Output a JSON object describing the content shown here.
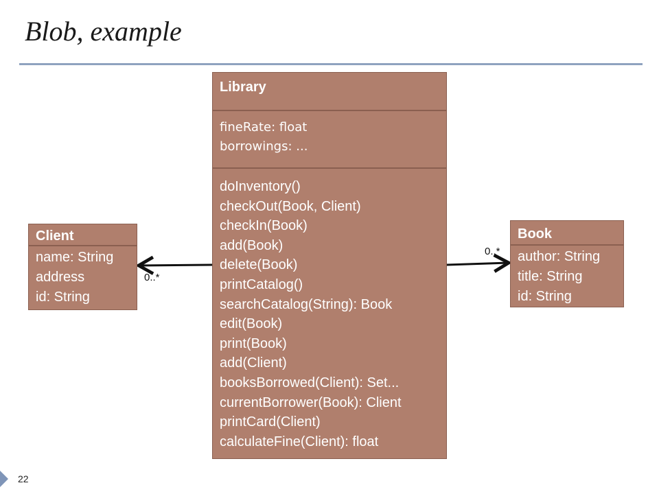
{
  "slide": {
    "title": "Blob, example",
    "page_number": "22"
  },
  "library": {
    "name": "Library",
    "attributes": [
      "fineRate: float",
      "borrowings: ..."
    ],
    "operations": [
      "doInventory()",
      "checkOut(Book, Client)",
      "checkIn(Book)",
      "add(Book)",
      "delete(Book)",
      "printCatalog()",
      "searchCatalog(String): Book",
      "edit(Book)",
      "print(Book)",
      "add(Client)",
      "booksBorrowed(Client): Set...",
      "currentBorrower(Book): Client",
      "printCard(Client)",
      "calculateFine(Client): float"
    ]
  },
  "client": {
    "name": "Client",
    "attributes": [
      "name: String",
      "address",
      "id: String"
    ],
    "multiplicity": "0..*"
  },
  "book": {
    "name": "Book",
    "attributes": [
      "author: String",
      "title: String",
      "id: String"
    ],
    "multiplicity": "0..*"
  },
  "colors": {
    "class_fill": "#b07f6d",
    "class_border": "#8a5f50",
    "rule": "#8ea2bf"
  }
}
